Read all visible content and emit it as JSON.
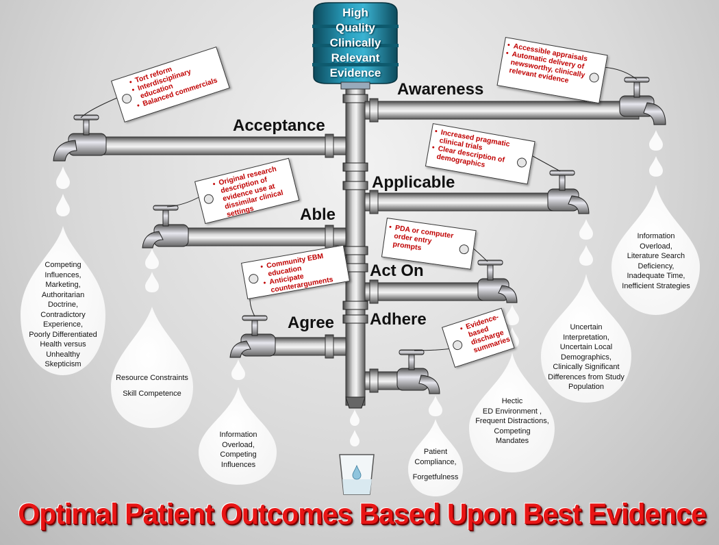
{
  "source": {
    "lines": [
      "High",
      "Quality",
      "Clinically",
      "Relevant",
      "Evidence"
    ]
  },
  "stages": {
    "awareness": "Awareness",
    "acceptance": "Acceptance",
    "applicable": "Applicable",
    "able": "Able",
    "act_on": "Act On",
    "agree": "Agree",
    "adhere": "Adhere"
  },
  "tags": {
    "awareness": [
      "Accessible appraisals",
      "Automatic delivery of newsworthy, clinically relevant evidence"
    ],
    "acceptance": [
      "Tort reform",
      "Interdisciplinary education",
      "Balanced commercials"
    ],
    "applicable": [
      "Increased pragmatic clinical trials",
      "Clear description of demographics"
    ],
    "able": [
      "Original research description of evidence use at dissimilar clinical settings"
    ],
    "act_on": [
      "PDA or computer order entry prompts"
    ],
    "agree": [
      "Community EBM education",
      "Anticipate counterarguments"
    ],
    "adhere": [
      "Evidence-based discharge summaries"
    ]
  },
  "barriers": {
    "acceptance": [
      "Competing",
      "Influences,",
      "Marketing,",
      "Authoritarian",
      "Doctrine,",
      "Contradictory",
      "Experience,",
      "Poorly Differentiated",
      "Health versus",
      "Unhealthy",
      "Skepticism"
    ],
    "able": [
      "Resource Constraints",
      "",
      "Skill Competence"
    ],
    "agree": [
      "Information",
      "Overload,",
      "Competing",
      "Influences"
    ],
    "adhere": [
      "Patient",
      "Compliance,",
      "",
      "Forgetfulness"
    ],
    "act_on": [
      "Hectic",
      "ED Environment ,",
      "Frequent Distractions,",
      "Competing",
      "Mandates"
    ],
    "applicable": [
      "Uncertain",
      "Interpretation,",
      "Uncertain Local",
      "Demographics,",
      "Clinically Significant",
      "Differences from Study",
      "Population"
    ],
    "awareness": [
      "Information",
      "Overload,",
      "Literature Search",
      "Deficiency,",
      "Inadequate Time,",
      "Inefficient Strategies"
    ]
  },
  "title": "Optimal Patient Outcomes Based Upon Best Evidence",
  "colors": {
    "bottle": "#1b7a94",
    "pipe": "#8a8a8a",
    "tag_text": "#c00000",
    "title": "#e81515"
  }
}
